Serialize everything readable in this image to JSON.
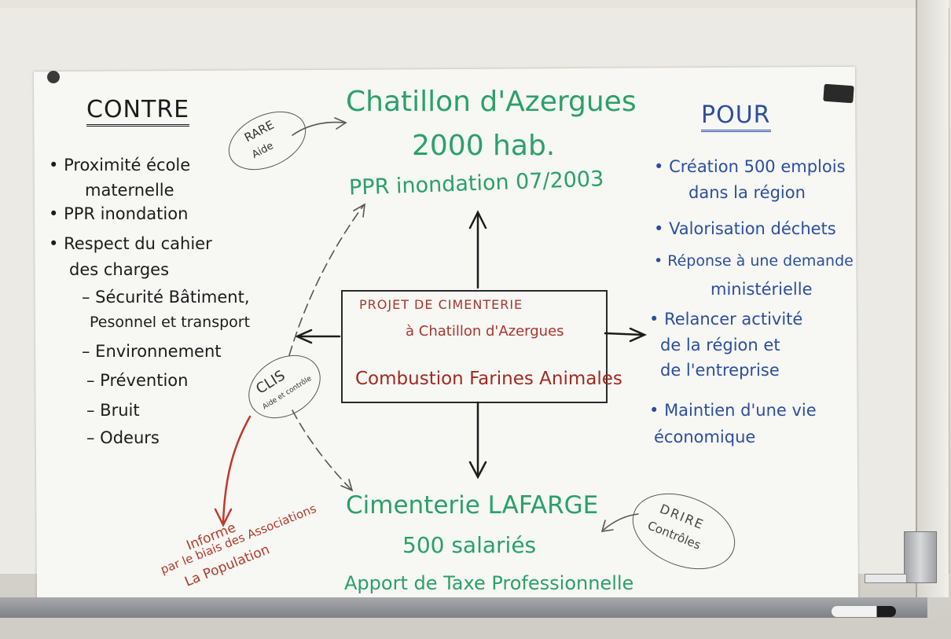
{
  "left_heading": "CONTRE",
  "left_items": [
    "Proximité école",
    "maternelle",
    "PPR inondation",
    "Respect du cahier",
    "des charges",
    "– Sécurité Bâtiment,",
    "Pesonnel et transport",
    "– Environnement",
    "– Prévention",
    "– Bruit",
    "– Odeurs"
  ],
  "top_block": {
    "line1": "Chatillon d'Azergues",
    "line2": "2000 hab.",
    "line3": "PPR inondation 07/2003"
  },
  "right_heading": "POUR",
  "right_items": [
    "Création 500 emplois",
    "dans la région",
    "Valorisation déchets",
    "Réponse à une demande",
    "ministérielle",
    "Relancer activité",
    "de la région et",
    "de l'entreprise",
    "Maintien d'une vie",
    "économique"
  ],
  "center_box": {
    "line1": "PROJET DE CIMENTERIE",
    "line2": "à Chatillon d'Azergues",
    "line3": "Combustion Farines Animales"
  },
  "bottom_block": {
    "line1": "Cimenterie LAFARGE",
    "line2": "500 salariés",
    "line3": "Apport de Taxe Professionnelle"
  },
  "rare_ellipse": {
    "line1": "RARE",
    "line2": "Aide"
  },
  "clis_ellipse": {
    "line1": "CLIS",
    "line2": "Aide et contrôle"
  },
  "drire_ellipse": {
    "line1": "DRIRE",
    "line2": "Contrôles"
  },
  "inform_note": {
    "line1": "Informe",
    "line2": "La Population",
    "line3": "par le biais des Associations"
  },
  "colors": {
    "black_marker": "#1c1c1c",
    "green_marker": "#2aa168",
    "blue_marker": "#2b4f9e",
    "red_marker": "#a8362c"
  }
}
